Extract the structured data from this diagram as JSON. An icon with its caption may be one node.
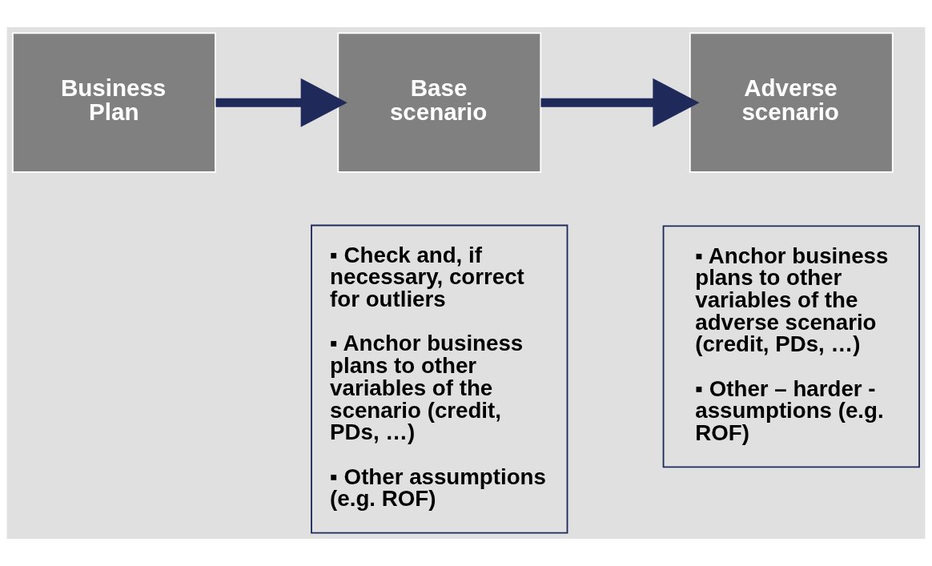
{
  "diagram": {
    "nodes": [
      {
        "text": [
          "Business Plan"
        ]
      },
      {
        "text": [
          "Base scenario"
        ]
      },
      {
        "text": [
          "Adverse scenario"
        ]
      },
      {
        "text": [
          "▪ Check and, if necessary, correct for outliers",
          "▪ Anchor business plans to other variables of the scenario (credit, PDs, …)",
          "▪ Other assumptions (e.g. ROF)"
        ]
      },
      {
        "text": [
          "▪ Anchor business plans to other variables of the adverse scenario (credit, PDs, …)",
          "▪ Other – harder - assumptions (e.g. ROF)"
        ]
      }
    ],
    "edges": [
      {
        "from": 0,
        "to": 1,
        "arrow": "to"
      },
      {
        "from": 1,
        "to": 2,
        "arrow": "to"
      }
    ]
  }
}
